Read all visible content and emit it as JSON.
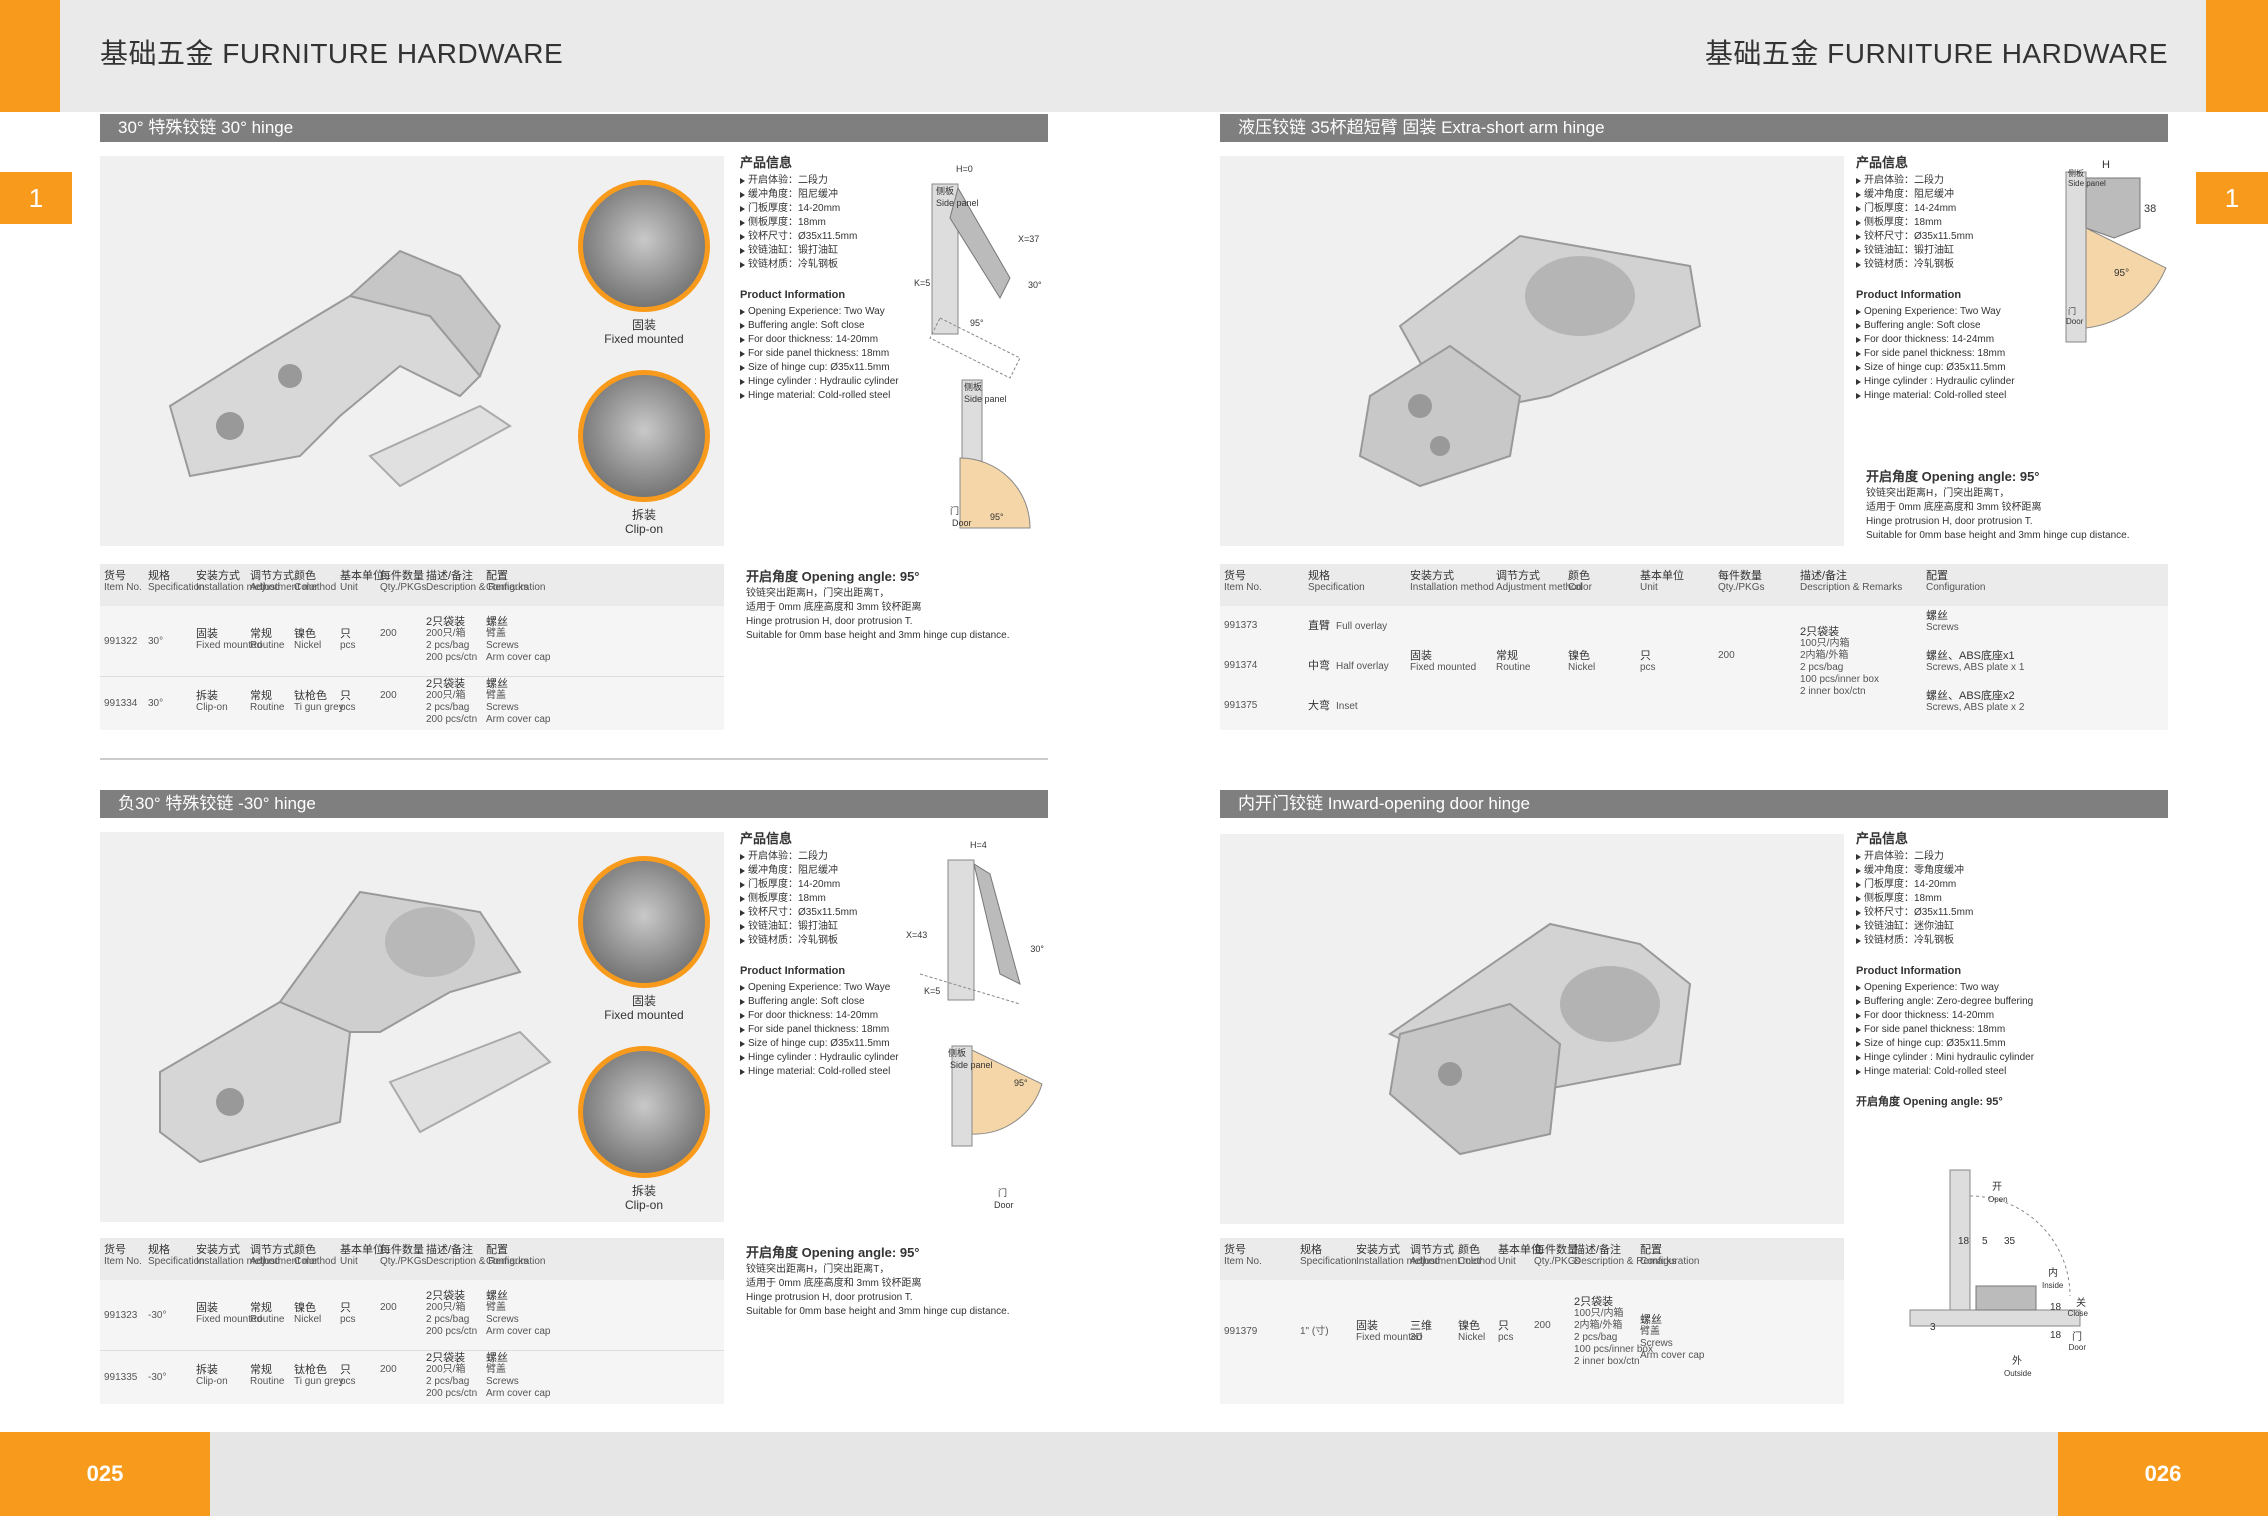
{
  "header": {
    "left_brand": "基础五金  FURNITURE HARDWARE",
    "right_brand": "基础五金  FURNITURE HARDWARE",
    "left_tab": "1",
    "right_tab": "1"
  },
  "footer": {
    "left_page": "025",
    "right_page": "026"
  },
  "colors": {
    "accent": "#f89b1c",
    "section_bar": "#7f7f7f"
  },
  "common": {
    "info_title": "产品信息",
    "info_en_title": "Product Information",
    "head": [
      {
        "cn": "货号",
        "en": "Item No."
      },
      {
        "cn": "规格",
        "en": "Specification"
      },
      {
        "cn": "安装方式",
        "en": "Installation method"
      },
      {
        "cn": "调节方式",
        "en": "Adjustment method"
      },
      {
        "cn": "颜色",
        "en": "Color"
      },
      {
        "cn": "基本单位",
        "en": "Unit"
      },
      {
        "cn": "每件数量",
        "en": "Qty./PKGs"
      },
      {
        "cn": "描述/备注",
        "en": "Description & Remarks"
      },
      {
        "cn": "配置",
        "en": "Configuration"
      }
    ],
    "angle_title": "开启角度 Opening angle: 95°",
    "angle_lines": [
      "铰链突出距离H，门突出距离T，",
      "适用于 0mm 底座高度和 3mm 铰杯距离",
      "Hinge protrusion H, door protrusion T.",
      "Suitable for 0mm base height and 3mm hinge cup distance."
    ]
  },
  "s1": {
    "title": "30°  特殊铰链    30°  hinge",
    "fixed_cn": "固装",
    "fixed_en": "Fixed mounted",
    "clip_cn": "拆装",
    "clip_en": "Clip-on",
    "info_cn": [
      "开启体验：二段力",
      "缓冲角度：阻尼缓冲",
      "门板厚度：14-20mm",
      "侧板厚度：18mm",
      "铰杯尺寸：Ø35x11.5mm",
      "铰链油缸：锻打油缸",
      "铰链材质：冷轧钢板"
    ],
    "info_en": [
      "Opening Experience: Two Way",
      "Buffering angle: Soft close",
      "For door thickness: 14-20mm",
      "For side panel thickness: 18mm",
      "Size of hinge cup: Ø35x11.5mm",
      "Hinge cylinder : Hydraulic cylinder",
      "Hinge material: Cold-rolled steel"
    ],
    "diag_labels": {
      "h": "H=0",
      "side_cn": "侧板",
      "side_en": "Side panel",
      "x": "X=37",
      "k": "K=5",
      "a30": "30°",
      "a95": "95°",
      "door_cn": "门",
      "door_en": "Door"
    },
    "rows": [
      {
        "item": "991322",
        "spec": "30°",
        "inst_cn": "固装",
        "inst_en": "Fixed mounted",
        "adj_cn": "常规",
        "adj_en": "Routine",
        "color_cn": "镍色",
        "color_en": "Nickel",
        "unit_cn": "只",
        "unit_en": "pcs",
        "qty": "200",
        "desc": [
          "2只袋装",
          "200只/箱",
          "2 pcs/bag",
          "200 pcs/ctn"
        ],
        "conf": [
          "螺丝",
          "臂盖",
          "Screws",
          "Arm cover cap"
        ]
      },
      {
        "item": "991334",
        "spec": "30°",
        "inst_cn": "拆装",
        "inst_en": "Clip-on",
        "adj_cn": "常规",
        "adj_en": "Routine",
        "color_cn": "钛枪色",
        "color_en": "Ti gun grey",
        "unit_cn": "只",
        "unit_en": "pcs",
        "qty": "200",
        "desc": [
          "2只袋装",
          "200只/箱",
          "2 pcs/bag",
          "200 pcs/ctn"
        ],
        "conf": [
          "螺丝",
          "臂盖",
          "Screws",
          "Arm cover cap"
        ]
      }
    ]
  },
  "s2": {
    "title": "负30°  特殊铰链    -30°  hinge",
    "fixed_cn": "固装",
    "fixed_en": "Fixed mounted",
    "clip_cn": "拆装",
    "clip_en": "Clip-on",
    "info_cn": [
      "开启体验：二段力",
      "缓冲角度：阻尼缓冲",
      "门板厚度：14-20mm",
      "侧板厚度：18mm",
      "铰杯尺寸：Ø35x11.5mm",
      "铰链油缸：锻打油缸",
      "铰链材质：冷轧钢板"
    ],
    "info_en": [
      "Opening Experience: Two Waye",
      "Buffering angle: Soft close",
      "For door thickness: 14-20mm",
      "For side panel thickness: 18mm",
      "Size of hinge cup: Ø35x11.5mm",
      "Hinge cylinder : Hydraulic cylinder",
      "Hinge material: Cold-rolled steel"
    ],
    "diag_labels": {
      "h": "H=4",
      "x": "X=43",
      "k": "K=5",
      "a30": "30°",
      "side_cn": "侧板",
      "side_en": "Side panel",
      "a95": "95°",
      "door_cn": "门",
      "door_en": "Door"
    },
    "rows": [
      {
        "item": "991323",
        "spec": "-30°",
        "inst_cn": "固装",
        "inst_en": "Fixed mounted",
        "adj_cn": "常规",
        "adj_en": "Routine",
        "color_cn": "镍色",
        "color_en": "Nickel",
        "unit_cn": "只",
        "unit_en": "pcs",
        "qty": "200",
        "desc": [
          "2只袋装",
          "200只/箱",
          "2 pcs/bag",
          "200 pcs/ctn"
        ],
        "conf": [
          "螺丝",
          "臂盖",
          "Screws",
          "Arm cover cap"
        ]
      },
      {
        "item": "991335",
        "spec": "-30°",
        "inst_cn": "拆装",
        "inst_en": "Clip-on",
        "adj_cn": "常规",
        "adj_en": "Routine",
        "color_cn": "钛枪色",
        "color_en": "Ti gun grey",
        "unit_cn": "只",
        "unit_en": "pcs",
        "qty": "200",
        "desc": [
          "2只袋装",
          "200只/箱",
          "2 pcs/bag",
          "200 pcs/ctn"
        ],
        "conf": [
          "螺丝",
          "臂盖",
          "Screws",
          "Arm cover cap"
        ]
      }
    ]
  },
  "s3": {
    "title": "液压铰链  35杯超短臂  固装     Extra-short arm hinge",
    "info_cn": [
      "开启体验：二段力",
      "缓冲角度：阻尼缓冲",
      "门板厚度：14-24mm",
      "侧板厚度：18mm",
      "铰杯尺寸：Ø35x11.5mm",
      "铰链油缸：锻打油缸",
      "铰链材质：冷轧钢板"
    ],
    "info_en": [
      "Opening Experience: Two Way",
      "Buffering angle: Soft close",
      "For door thickness: 14-24mm",
      "For side panel thickness: 18mm",
      "Size of hinge cup: Ø35x11.5mm",
      "Hinge cylinder : Hydraulic cylinder",
      "Hinge material: Cold-rolled steel"
    ],
    "diag_labels": {
      "h": "H",
      "side_cn": "侧板",
      "side_en": "Side panel",
      "d38": "38",
      "a95": "95°",
      "door_cn": "门",
      "door_en": "Door"
    },
    "rows": [
      {
        "item": "991373",
        "spec_cn": "直臂",
        "spec_en": "Full overlay",
        "conf": [
          "螺丝",
          "Screws"
        ]
      },
      {
        "item": "991374",
        "spec_cn": "中弯",
        "spec_en": "Half overlay",
        "conf": [
          "螺丝、ABS底座x1",
          "Screws, ABS plate x 1"
        ]
      },
      {
        "item": "991375",
        "spec_cn": "大弯",
        "spec_en": "Inset",
        "conf": [
          "螺丝、ABS底座x2",
          "Screws, ABS plate x 2"
        ]
      }
    ],
    "shared": {
      "inst_cn": "固装",
      "inst_en": "Fixed mounted",
      "adj_cn": "常规",
      "adj_en": "Routine",
      "color_cn": "镍色",
      "color_en": "Nickel",
      "unit_cn": "只",
      "unit_en": "pcs",
      "qty": "200",
      "desc": [
        "2只袋装",
        "100只/内箱",
        "2内箱/外箱",
        "2 pcs/bag",
        "100 pcs/inner box",
        "2 inner box/ctn"
      ]
    }
  },
  "s4": {
    "title": "内开门铰链     Inward-opening door hinge",
    "info_cn": [
      "开启体验：二段力",
      "缓冲角度：零角度缓冲",
      "门板厚度：14-20mm",
      "侧板厚度：18mm",
      "铰杯尺寸：Ø35x11.5mm",
      "铰链油缸：迷你油缸",
      "铰链材质：冷轧钢板"
    ],
    "info_en": [
      "Opening Experience: Two way",
      "Buffering angle: Zero-degree buffering",
      "For door thickness: 14-20mm",
      "For side panel thickness: 18mm",
      "Size of hinge cup: Ø35x11.5mm",
      "Hinge cylinder : Mini hydraulic cylinder",
      "Hinge material: Cold-rolled steel"
    ],
    "angle_title": "开启角度 Opening angle: 95°",
    "diag_labels": {
      "open_cn": "开",
      "open_en": "Open",
      "d18": "18",
      "d5": "5",
      "d35": "35",
      "in_cn": "内",
      "in_en": "Inside",
      "close_cn": "关",
      "close_en": "Close",
      "r18a": "18",
      "r18b": "18",
      "d3": "3",
      "door_cn": "门",
      "door_en": "Door",
      "out_cn": "外",
      "out_en": "Outside"
    },
    "row": {
      "item": "991379",
      "spec": "1\" (寸)",
      "inst_cn": "固装",
      "inst_en": "Fixed mounted",
      "adj_cn": "三维",
      "adj_en": "3D",
      "color_cn": "镍色",
      "color_en": "Nickel",
      "unit_cn": "只",
      "unit_en": "pcs",
      "qty": "200",
      "desc": [
        "2只袋装",
        "100只/内箱",
        "2内箱/外箱",
        "2 pcs/bag",
        "100 pcs/inner box",
        "2 inner box/ctn"
      ],
      "conf": [
        "螺丝",
        "臂盖",
        "Screws",
        "Arm cover cap"
      ]
    }
  }
}
